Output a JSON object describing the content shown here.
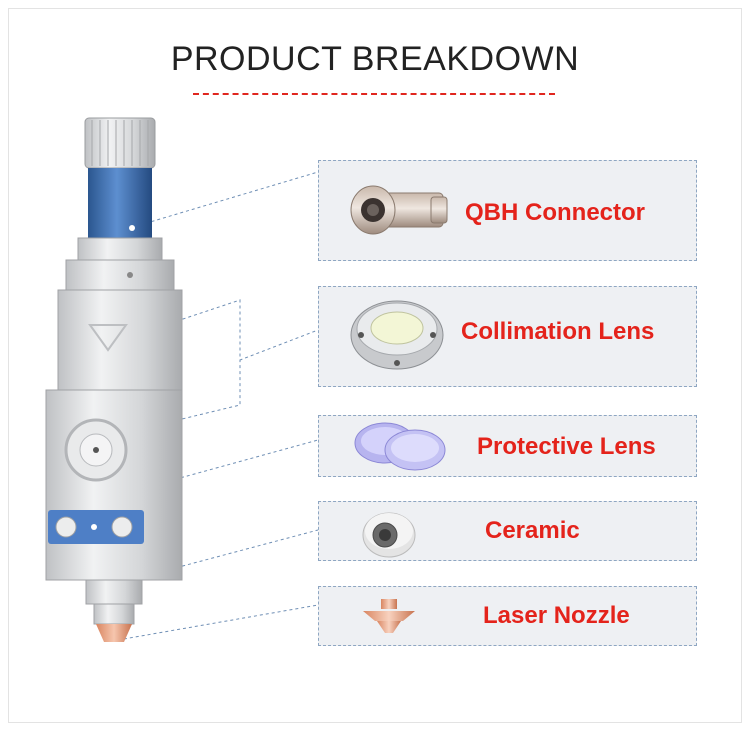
{
  "title": "PRODUCT BREAKDOWN",
  "colors": {
    "title_text": "#222222",
    "accent_red": "#e4231b",
    "card_background": "#eef0f3",
    "card_border": "#8ea6c2",
    "connector_line": "#6f8fb5",
    "metal": "#d9dadc",
    "blue_sleeve": "#3d6db3",
    "copper": "#e7a07f"
  },
  "parts": [
    {
      "label": "QBH Connector",
      "icon": "qbh-connector-icon"
    },
    {
      "label": "Collimation Lens",
      "icon": "collimation-lens-icon"
    },
    {
      "label": "Protective Lens",
      "icon": "protective-lens-icon"
    },
    {
      "label": "Ceramic",
      "icon": "ceramic-ring-icon"
    },
    {
      "label": "Laser Nozzle",
      "icon": "laser-nozzle-icon"
    }
  ],
  "main_image": {
    "icon": "laser-cutting-head-icon"
  }
}
